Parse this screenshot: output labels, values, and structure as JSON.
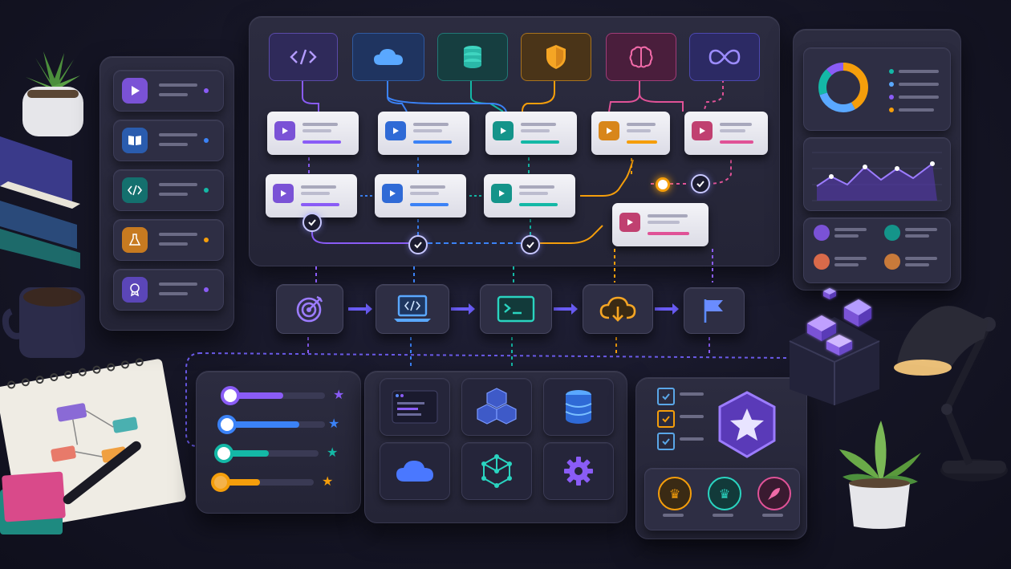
{
  "top_icons": [
    "code-icon",
    "cloud-icon",
    "database-icon",
    "shield-icon",
    "brain-icon",
    "infinity-icon"
  ],
  "left_sidebar_icons": [
    "play-icon",
    "book-icon",
    "code-icon",
    "flask-icon",
    "certificate-icon"
  ],
  "pipeline_steps": [
    "target-icon",
    "laptop-code-icon",
    "terminal-icon",
    "cloud-deploy-icon",
    "flag-icon"
  ],
  "tool_tiles": [
    "terminal-window-icon",
    "cubes-icon",
    "database-icon",
    "cloud-icon",
    "network-icon",
    "gear-icon"
  ],
  "achievement_icons": [
    "trophy-icon",
    "trophy-icon",
    "rocket-icon"
  ],
  "progress_tracks": [
    0.55,
    0.72,
    0.45,
    0.38
  ],
  "donut_chart": [
    0.42,
    0.28,
    0.18,
    0.12
  ],
  "colors": {
    "purple": "#8a5cf6",
    "blue": "#3b82f6",
    "teal": "#14b8a6",
    "orange": "#f59e0b",
    "pink": "#e05297",
    "background": "#161626"
  }
}
